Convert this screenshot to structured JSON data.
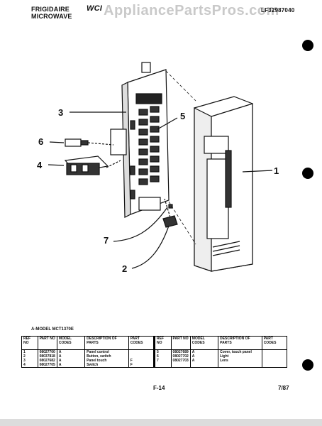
{
  "header": {
    "brand_line1": "FRIGIDAIRE",
    "brand_line2": "MICROWAVE",
    "logo": "WCI",
    "watermark": "AppliancePartsPros.com",
    "doc_number": "LF32987040"
  },
  "callouts": [
    "1",
    "2",
    "3",
    "4",
    "5",
    "6",
    "7"
  ],
  "model_line": "A-MODEL MCT1370E",
  "table": {
    "headers": [
      "REF NO",
      "PART NO",
      "MODEL CODES",
      "DESCRIPTION OF PARTS",
      "PART CODES"
    ],
    "left_rows": [
      [
        "1",
        "08027700",
        "A",
        "Panel control",
        ""
      ],
      [
        "2",
        "08037818",
        "A",
        "Button, switch",
        ""
      ],
      [
        "3",
        "08027682",
        "A",
        "Panel touch",
        "F"
      ],
      [
        "4",
        "08027705",
        "A",
        "Switch",
        "F"
      ]
    ],
    "right_rows": [
      [
        "5",
        "08027689",
        "A",
        "Cover, touch panel",
        ""
      ],
      [
        "6",
        "08027702",
        "A",
        "Light",
        ""
      ],
      [
        "7",
        "08027703",
        "A",
        "Lens",
        ""
      ]
    ]
  },
  "footer": {
    "page": "F-14",
    "date": "7/87"
  },
  "colors": {
    "ink": "#111111",
    "paper": "#ffffff",
    "watermark": "#c9c9c9"
  }
}
